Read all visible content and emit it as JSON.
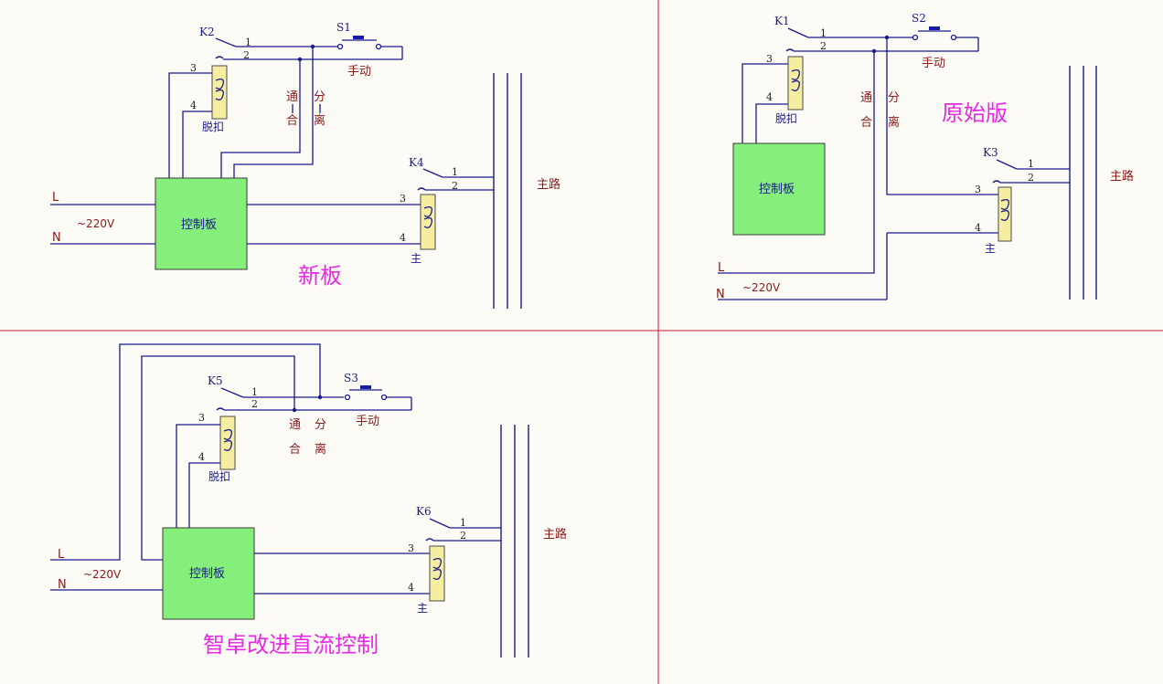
{
  "colors": {
    "wire": "#1a1a8c",
    "divider": "#c8142a",
    "coil": "#f5eda0",
    "board": "#86ef7c",
    "title": "#e62ae6"
  },
  "diagrams": {
    "new": {
      "title": "新板",
      "relay": "K2",
      "switch": "S1",
      "manual": "手动",
      "trip": "脱扣",
      "on_label": [
        "通",
        "合"
      ],
      "off_label": [
        "分",
        "离"
      ],
      "board": "控制板",
      "main_relay": "K4",
      "main_coil": "主",
      "main_path": "主路",
      "line": "L",
      "neutral": "N",
      "voltage": "~220V"
    },
    "original": {
      "title": "原始版",
      "relay": "K1",
      "switch": "S2",
      "manual": "手动",
      "trip": "脱扣",
      "on_label": [
        "通",
        "合"
      ],
      "off_label": [
        "分",
        "离"
      ],
      "board": "控制板",
      "main_relay": "K3",
      "main_coil": "主",
      "main_path": "主路",
      "line": "L",
      "neutral": "N",
      "voltage": "~220V"
    },
    "dc": {
      "title": "智卓改进直流控制",
      "relay": "K5",
      "switch": "S3",
      "manual": "手动",
      "trip": "脱扣",
      "on_label": [
        "通",
        "合"
      ],
      "off_label": [
        "分",
        "离"
      ],
      "board": "控制板",
      "main_relay": "K6",
      "main_coil": "主",
      "main_path": "主路",
      "line": "L",
      "neutral": "N",
      "voltage": "~220V"
    }
  },
  "pins": {
    "p1": "1",
    "p2": "2",
    "p3": "3",
    "p4": "4"
  }
}
